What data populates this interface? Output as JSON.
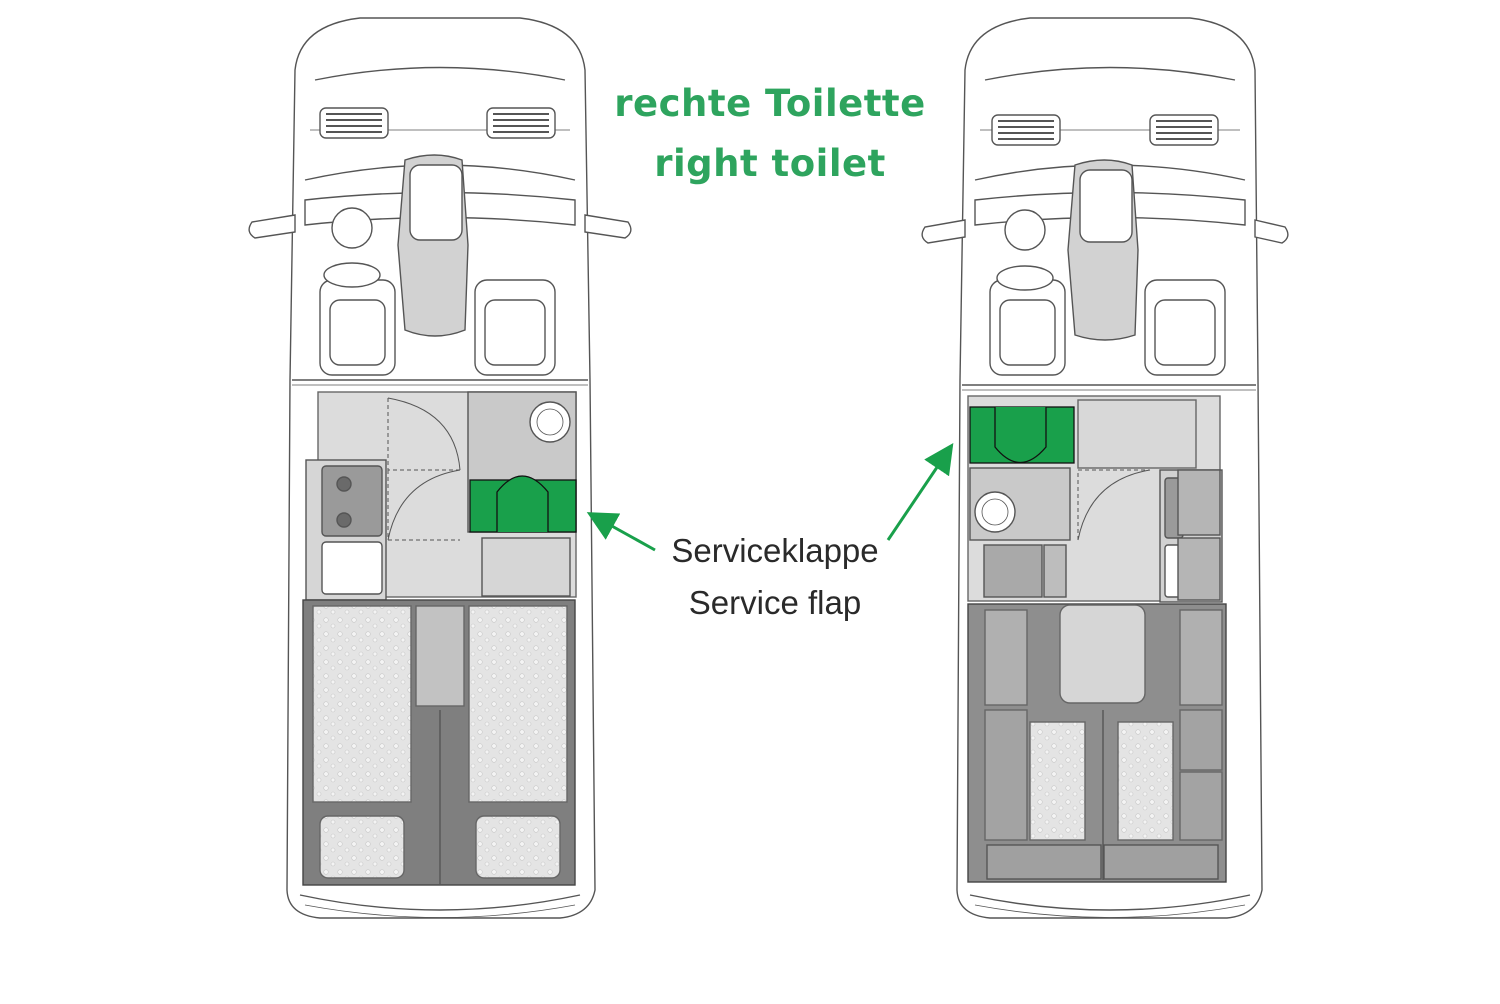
{
  "title": {
    "german": "rechte Toilette",
    "english": "right toilet"
  },
  "callout": {
    "german": "Serviceklappe",
    "english": "Service flap"
  },
  "colors": {
    "highlight": "#19a04b",
    "title_text": "#2ea45e",
    "line": "#555555",
    "floor": "#d9d9d9",
    "mid_gray": "#a8a8a8",
    "dark_gray": "#8e8e8e"
  },
  "floorplans": [
    {
      "id": "left-layout",
      "highlight": "service-flap"
    },
    {
      "id": "right-layout",
      "highlight": "service-flap"
    }
  ]
}
